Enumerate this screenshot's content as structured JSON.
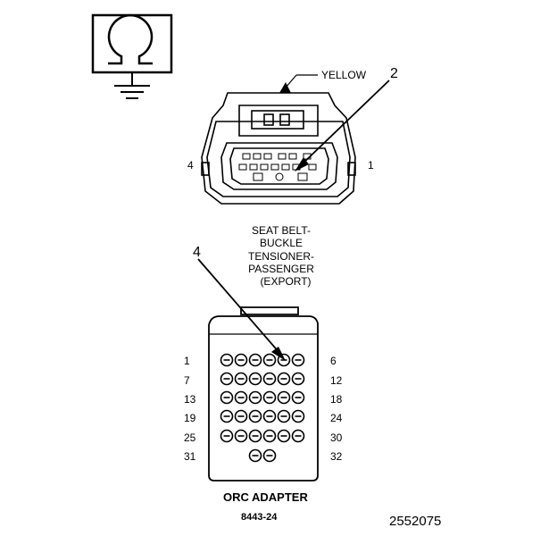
{
  "top_connector": {
    "wire_color_label": "YELLOW",
    "callout_number": "2",
    "left_pin_label": "4",
    "right_pin_label": "1",
    "title_lines": [
      "SEAT BELT-",
      "BUCKLE",
      "TENSIONER-",
      "PASSENGER",
      "(EXPORT)"
    ]
  },
  "adapter": {
    "callout_number": "4",
    "row_labels_left": [
      "1",
      "7",
      "13",
      "19",
      "25",
      "31"
    ],
    "row_labels_right": [
      "6",
      "12",
      "18",
      "24",
      "30",
      "32"
    ],
    "title": "ORC ADAPTER",
    "part_number": "8443-24"
  },
  "figure_number": "2552075",
  "colors": {
    "line": "#000000",
    "background": "#ffffff"
  },
  "icons": [
    "ohm-resistance-icon",
    "ground-icon"
  ]
}
